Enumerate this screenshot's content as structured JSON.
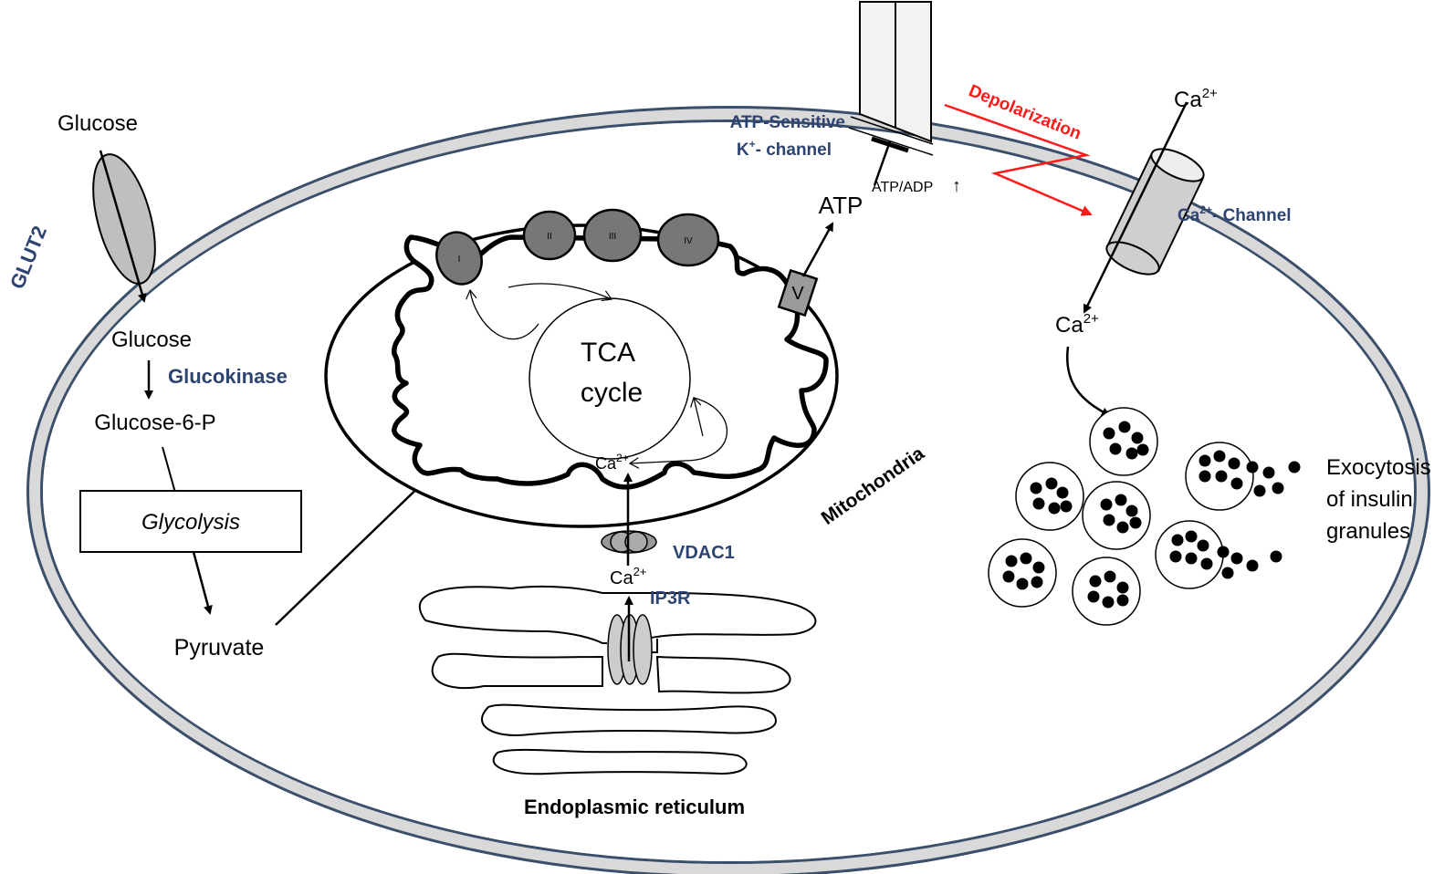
{
  "transporters": {
    "glut2": "GLUT2",
    "katp_line1": "ATP-Sensitive",
    "katp_line2_pre": "K",
    "katp_line2_sup": "+",
    "katp_line2_post": "- channel",
    "ca_channel_pre": "Ca",
    "ca_channel_sup": "2+",
    "ca_channel_post": "- Channel",
    "vdac1": "VDAC1",
    "ip3r": "IP3R"
  },
  "pathway": {
    "glucose_outside": "Glucose",
    "glucose_inside": "Glucose",
    "glucokinase": "Glucokinase",
    "glucose6p": "Glucose-6-P",
    "glycolysis": "Glycolysis",
    "pyruvate": "Pyruvate",
    "tca_line1": "TCA",
    "tca_line2": "cycle"
  },
  "mito": {
    "label": "Mitochondria",
    "complexes": [
      "I",
      "II",
      "III",
      "IV",
      "V"
    ]
  },
  "signals": {
    "atp": "ATP",
    "atp_adp": "ATP/ADP",
    "up_arrow": "↑",
    "depolarization": "Depolarization",
    "ca_base": "Ca",
    "ca_sup": "2+"
  },
  "er": {
    "label": "Endoplasmic reticulum"
  },
  "exocytosis": {
    "line1": "Exocytosis",
    "line2": "of insulin",
    "line3": "granules"
  },
  "colors": {
    "label_blue": "#2e4470",
    "highlight_red": "#ff1a1a",
    "organelle_gray": "#777777",
    "membrane_gray": "#d9d9d9"
  }
}
